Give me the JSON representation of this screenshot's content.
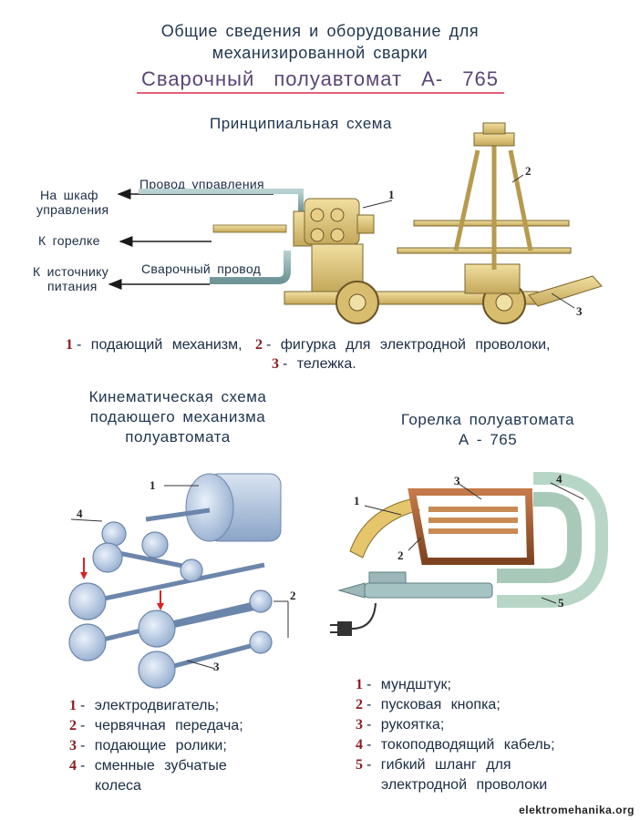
{
  "header": {
    "line1": "Общие сведения и оборудование для",
    "line2": "механизированной сварки",
    "subtitle": "Сварочный полуавтомат А- 765"
  },
  "scheme": {
    "title": "Принципиальная схема",
    "connections": [
      {
        "from": "Провод управления",
        "to_line1": "На шкаф",
        "to_line2": "управления"
      },
      {
        "to_line1": "К горелке"
      },
      {
        "from": "Сварочный провод",
        "to_line1": "К источнику",
        "to_line2": "питания"
      }
    ],
    "callouts": [
      "1",
      "2",
      "3"
    ],
    "legend": [
      {
        "num": "1",
        "sep": "-",
        "text": "подающий механизм,"
      },
      {
        "num": "2",
        "sep": "-",
        "text": "фигурка для электродной проволоки,"
      },
      {
        "num": "3",
        "sep": "-",
        "text": "тележка."
      }
    ]
  },
  "kinematic": {
    "title_line1": "Кинематическая схема",
    "title_line2": "подающего механизма",
    "title_line3": "полуавтомата",
    "callouts": [
      "1",
      "4",
      "2",
      "3"
    ],
    "legend": [
      {
        "num": "1",
        "sep": "-",
        "text": "электродвигатель;"
      },
      {
        "num": "2",
        "sep": "-",
        "text": "червячная передача;"
      },
      {
        "num": "3",
        "sep": "-",
        "text": "подающие ролики;"
      },
      {
        "num": "4",
        "sep": "-",
        "text": "сменные зубчатые"
      },
      {
        "num": "",
        "sep": "",
        "text": "колеса"
      }
    ]
  },
  "torch": {
    "title_line1": "Горелка полуавтомата",
    "title_line2": "А - 765",
    "callouts": [
      "1",
      "2",
      "3",
      "4",
      "5"
    ],
    "legend": [
      {
        "num": "1",
        "sep": "-",
        "text": "мундштук;"
      },
      {
        "num": "2",
        "sep": "-",
        "text": "пусковая кнопка;"
      },
      {
        "num": "3",
        "sep": "-",
        "text": "рукоятка;"
      },
      {
        "num": "4",
        "sep": "-",
        "text": "токоподводящий кабель;"
      },
      {
        "num": "5",
        "sep": "-",
        "text": "гибкий шланг для"
      },
      {
        "num": "",
        "sep": "",
        "text": "электродной проволоки"
      }
    ]
  },
  "watermark": "elektromehanika.org",
  "colors": {
    "accent": "#e25f7a",
    "brass": "#d9bd6e",
    "cable": "#7a9fa1",
    "text": "#1a2c45"
  }
}
